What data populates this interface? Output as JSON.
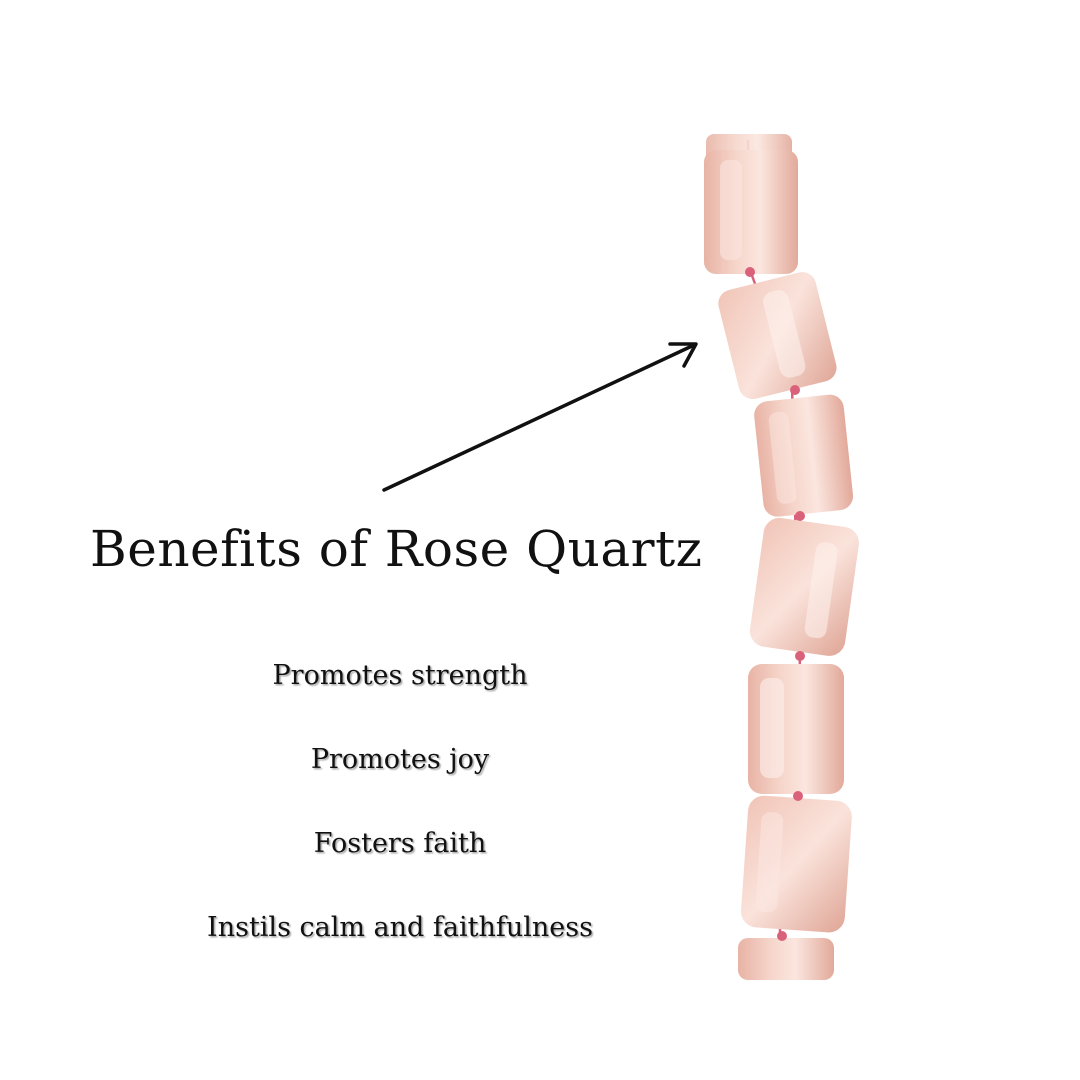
{
  "title": "Benefits of  Rose Quartz",
  "benefits": [
    "Promotes strength",
    "Promotes joy",
    "Fosters faith",
    "Instils calm and faithfulness"
  ],
  "colors": {
    "text": "#111111",
    "background": "#ffffff",
    "bead_fill": "#f2c9bd",
    "bead_highlight": "#fbe6df",
    "bead_shadow": "#e2a99a",
    "string": "#d9627a"
  },
  "image": {
    "subject": "rose-quartz-bead-strand",
    "annotation": "arrow-pointing-to-beads"
  }
}
